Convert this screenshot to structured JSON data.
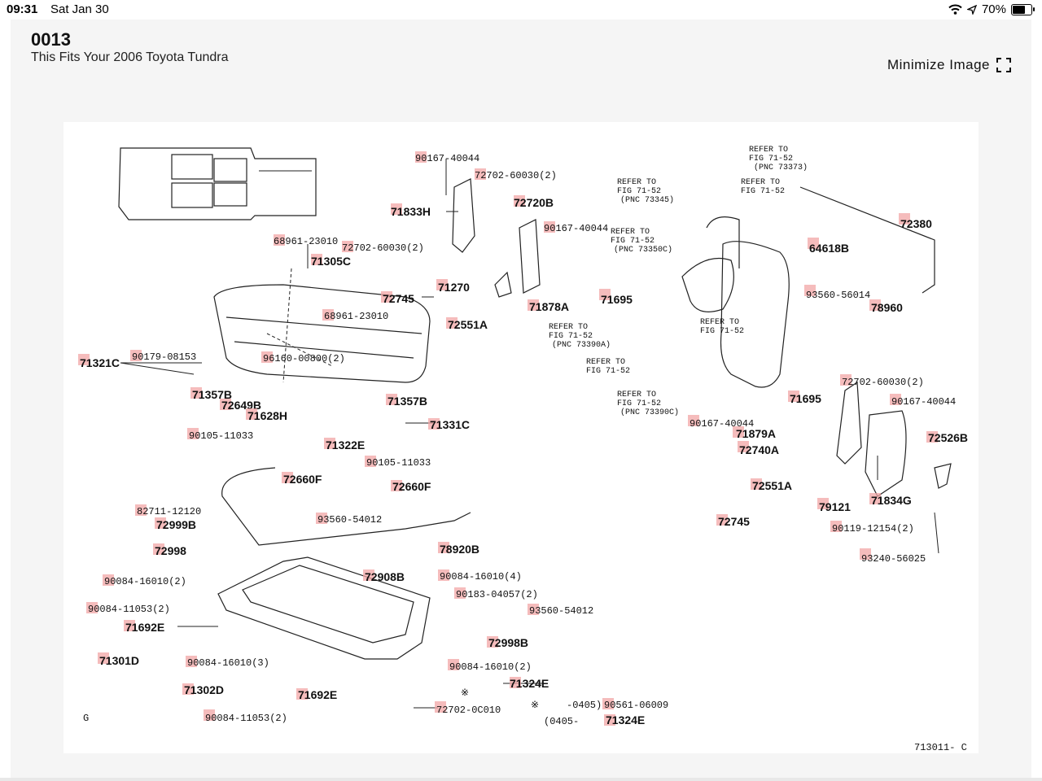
{
  "status": {
    "time": "09:31",
    "date": "Sat Jan 30",
    "battery": "70%"
  },
  "header": {
    "title": "0013",
    "subtitle": "This Fits Your 2006 Toyota Tundra",
    "minimize_label": "Minimize Image"
  },
  "diagram": {
    "corner_left": "G",
    "corner_right": "713011- C",
    "refer_notes": {
      "r1a": "REFER TO",
      "r1b": "FIG 71-52",
      "r1c": "(PNC 73373)",
      "r2a": "REFER TO",
      "r2b": "FIG 71-52",
      "r2c": "(PNC 73345)",
      "r3a": "REFER TO",
      "r3b": "FIG 71-52",
      "r4a": "REFER TO",
      "r4b": "FIG 71-52",
      "r4c": "(PNC 73350C)",
      "r5a": "REFER TO",
      "r5b": "FIG 71-52",
      "r5c": "(PNC 73390A)",
      "r6a": "REFER TO",
      "r6b": "FIG 71-52",
      "r7a": "REFER TO",
      "r7b": "FIG 71-52",
      "r8a": "REFER TO",
      "r8b": "FIG 71-52",
      "r8c": "(PNC 73390C)"
    },
    "note_symbol": "※",
    "note_range_a": "-0405)",
    "note_range_b": "(0405-",
    "parts": {
      "p1": "90167-40044",
      "p2": "72702-60030(2)",
      "p3": "72720B",
      "p4": "71833H",
      "p5": "90167-40044",
      "p6": "68961-23010",
      "p7": "72702-60030(2)",
      "p8": "71305C",
      "p9": "72745",
      "p10": "71270",
      "p11": "71878A",
      "p12": "71695",
      "p13": "68961-23010",
      "p14": "72551A",
      "p15": "71321C",
      "p16": "90179-08153",
      "p17": "96160-00800(2)",
      "p18": "71357B",
      "p19": "72649B",
      "p20": "71357B",
      "p21": "71628H",
      "p22": "71331C",
      "p23": "90105-11033",
      "p24": "71322E",
      "p25": "72660F",
      "p26": "90105-11033",
      "p27": "72660F",
      "p28": "82711-12120",
      "p29": "93560-54012",
      "p30": "72999B",
      "p31": "72998",
      "p32": "78920B",
      "p33": "90084-16010(2)",
      "p34": "72908B",
      "p35": "90084-16010(4)",
      "p36": "90183-04057(2)",
      "p37": "90084-11053(2)",
      "p38": "93560-54012",
      "p39": "71692E",
      "p40": "72998B",
      "p41": "71301D",
      "p42": "90084-16010(3)",
      "p43": "90084-16010(2)",
      "p44": "71324E",
      "p45": "71302D",
      "p46": "71692E",
      "p47": "72702-0C010",
      "p48": "90561-06009",
      "p49": "71324E",
      "p50": "90084-11053(2)",
      "p51": "72380",
      "p52": "64618B",
      "p53": "93560-56014",
      "p54": "78960",
      "p55": "72702-60030(2)",
      "p56": "71695",
      "p57": "90167-40044",
      "p58": "90167-40044",
      "p59": "71879A",
      "p60": "72740A",
      "p61": "72526B",
      "p62": "72551A",
      "p63": "71834G",
      "p64": "79121",
      "p65": "72745",
      "p66": "90119-12154(2)",
      "p67": "93240-56025"
    }
  }
}
